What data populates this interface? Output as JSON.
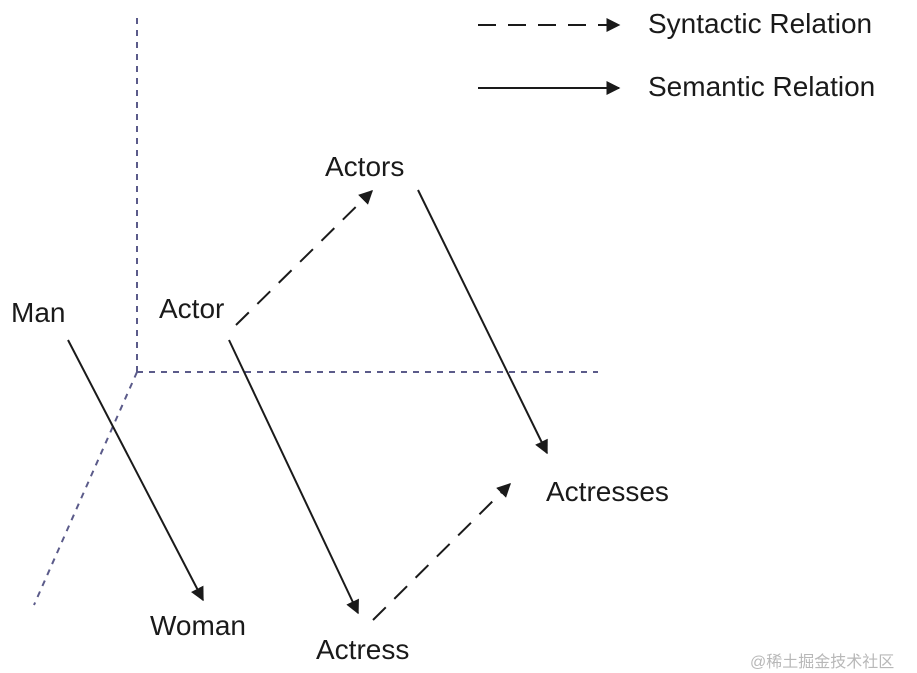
{
  "legend": {
    "syntactic_label": "Syntactic Relation",
    "semantic_label": "Semantic Relation"
  },
  "words": {
    "man": "Man",
    "woman": "Woman",
    "actor": "Actor",
    "actors": "Actors",
    "actress": "Actress",
    "actresses": "Actresses"
  },
  "relations": [
    {
      "from": "Man",
      "to": "Woman",
      "kind": "semantic"
    },
    {
      "from": "Actor",
      "to": "Actress",
      "kind": "semantic"
    },
    {
      "from": "Actors",
      "to": "Actresses",
      "kind": "semantic"
    },
    {
      "from": "Actor",
      "to": "Actors",
      "kind": "syntactic"
    },
    {
      "from": "Actress",
      "to": "Actresses",
      "kind": "syntactic"
    }
  ],
  "watermark": "@稀土掘金技术社区",
  "colors": {
    "axis": "#5b5b8a",
    "arrow": "#1a1a1a"
  }
}
